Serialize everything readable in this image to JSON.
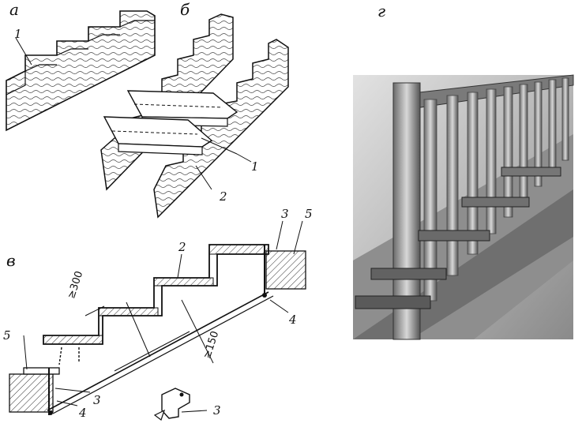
{
  "panels": {
    "a": "а",
    "b": "б",
    "v": "в",
    "g": "г"
  },
  "callouts": {
    "a_1": "1",
    "b_1": "1",
    "b_2": "2",
    "v_2": "2",
    "v_3_top": "3",
    "v_5_right": "5",
    "v_4_right": "4",
    "v_5_left": "5",
    "v_3_left": "3",
    "v_4_left": "4",
    "bracket_3": "3"
  },
  "dimensions": {
    "min_300": "≥300",
    "min_150": "≥150"
  },
  "colors": {
    "ink": "#111111",
    "hatch": "#333333",
    "photo_bg": "#cfcfcf",
    "photo_dark": "#5a5a5a"
  }
}
